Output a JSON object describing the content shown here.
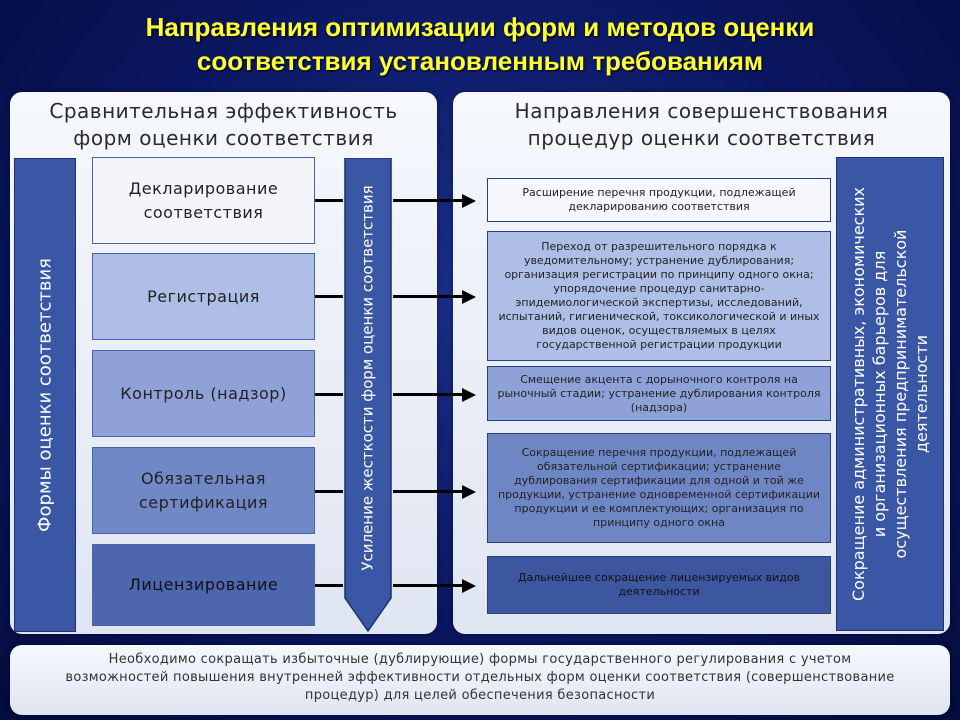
{
  "title": {
    "line1": "Направления оптимизации форм и методов оценки",
    "line2": "соответствия установленным требованиям"
  },
  "left_panel": {
    "heading_line1": "Сравнительная эффективность",
    "heading_line2": "форм оценки соответствия",
    "side_label": "Формы оценки соответствия",
    "middle_arrow_label": "Усиление жесткости форм оценки соответствия",
    "forms": [
      {
        "line1": "Декларирование",
        "line2": "соответствия",
        "color": "#f3f5fb"
      },
      {
        "line1": "Регистрация",
        "line2": "",
        "color": "#aebee6"
      },
      {
        "line1": "Контроль (надзор)",
        "line2": "",
        "color": "#8ea2d8"
      },
      {
        "line1": "Обязательная",
        "line2": "сертификация",
        "color": "#7188c7"
      },
      {
        "line1": "Лицензирование",
        "line2": "",
        "color": "#4d66ad"
      }
    ]
  },
  "right_panel": {
    "heading_line1": "Направления совершенствования",
    "heading_line2": "процедур оценки соответствия",
    "side_label_line1": "Сокращение административных, экономических",
    "side_label_line2": "и организационных барьеров для",
    "side_label_line3": "осуществления предпринимательской",
    "side_label_line4": "деятельности",
    "directions": [
      {
        "text": "Расширение перечня продукции, подлежащей декларированию соответствия",
        "color": "#f6f7fc"
      },
      {
        "text": "Переход от разрешительного порядка к уведомительному; устранение дублирования; организация регистрации по принципу одного окна; упорядочение процедур санитарно-эпидемиологической экспертизы, исследований, испытаний, гигиенической, токсикологической и иных видов оценок, осуществляемых в целях государственной регистрации продукции",
        "color": "#aebee6"
      },
      {
        "text": "Смещение акцента с дорыночного контроля на рыночный стадии; устранение дублирования контроля (надзора)",
        "color": "#8ea2d8"
      },
      {
        "text": "Сокращение перечня продукции, подлежащей обязательной сертификации; устранение дублирования сертификации для одной и той же продукции, устранение одновременной сертификации продукции и ее комплектующих; организация по принципу одного окна",
        "color": "#6f86c5"
      },
      {
        "text": "Дальнейшее сокращение лицензируемых видов деятельности",
        "color": "#3c56a0"
      }
    ]
  },
  "bottom": {
    "line1": "Необходимо сокращать избыточные (дублирующие) формы государственного регулирования с учетом",
    "line2": "возможностей повышения внутренней эффективности отдельных форм оценки соответствия (совершенствование",
    "line3": "процедур) для целей обеспечения безопасности"
  }
}
